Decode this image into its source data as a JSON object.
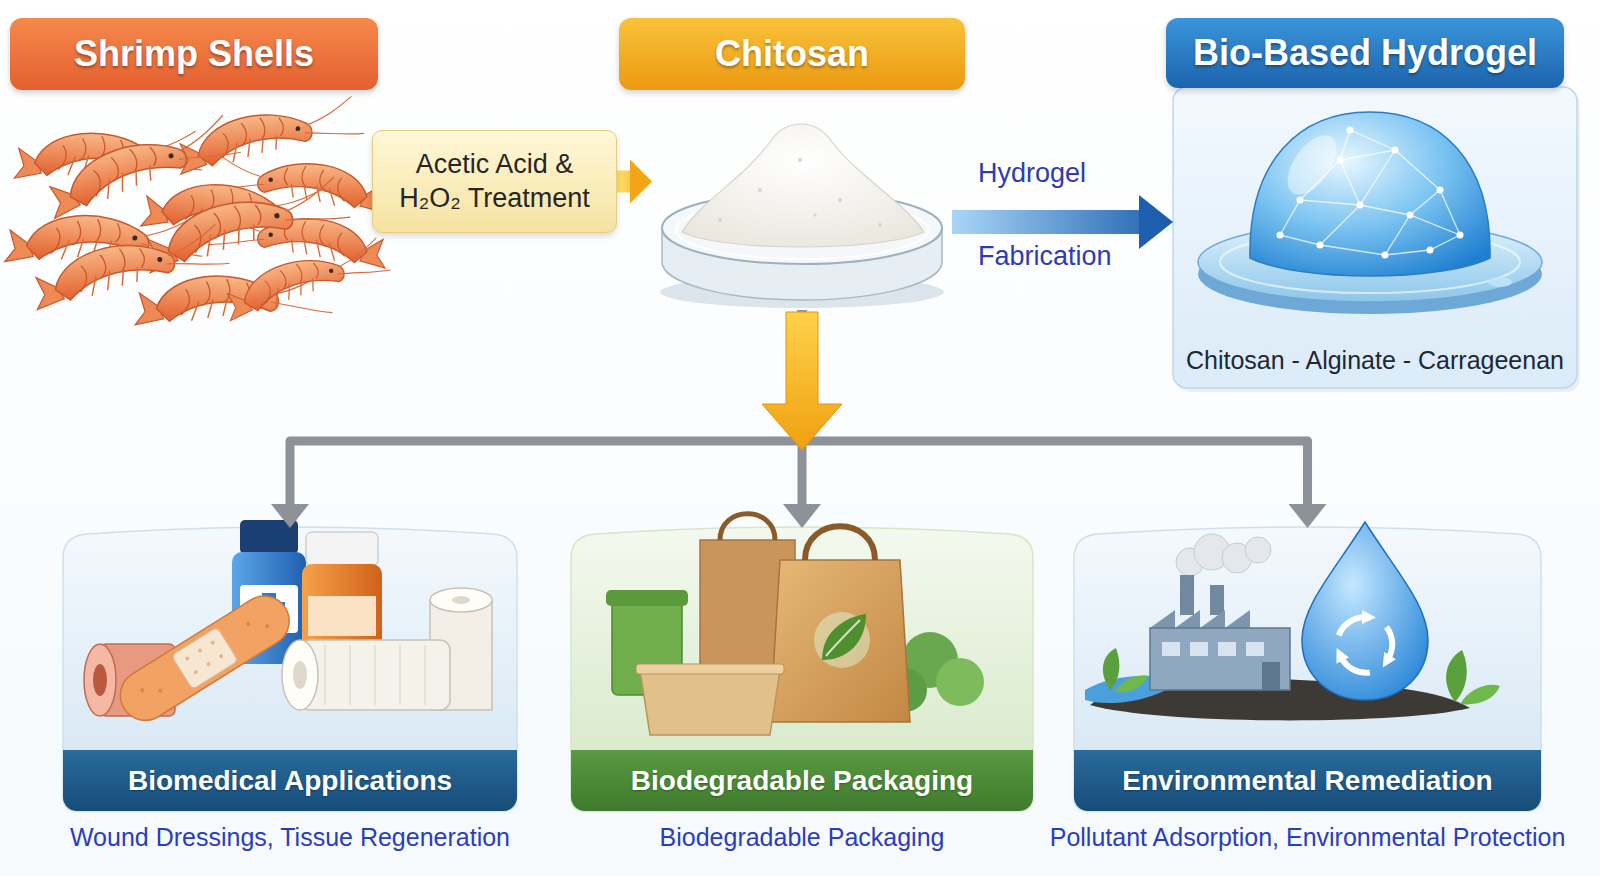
{
  "diagram": {
    "nodes": [
      {
        "text": [
          "Shrimp Shells"
        ]
      },
      {
        "text": [
          "Acetic Acid & H₂O₂ Treatment"
        ]
      },
      {
        "text": [
          "Chitosan"
        ]
      },
      {
        "text": [
          "Bio-Based Hydrogel",
          "Chitosan - Alginate - Carrageenan"
        ]
      },
      {
        "text": [
          "Biomedical Applications",
          "Wound Dressings, Tissue Regeneration"
        ]
      },
      {
        "text": [
          "Biodegradable Packaging",
          "Biodegradable Packaging"
        ]
      },
      {
        "text": [
          "Environmental Remediation",
          "Pollutant Adsorption, Environmental Protection"
        ]
      }
    ],
    "edges": [
      {
        "from": 1,
        "to": 2,
        "arrow": "to"
      },
      {
        "from": 2,
        "to": 3,
        "arrow": "to",
        "label": "Hydrogel Fabrication"
      },
      {
        "from": 2,
        "to": 4,
        "arrow": "to"
      },
      {
        "from": 2,
        "to": 5,
        "arrow": "to"
      },
      {
        "from": 2,
        "to": 6,
        "arrow": "to"
      }
    ]
  }
}
